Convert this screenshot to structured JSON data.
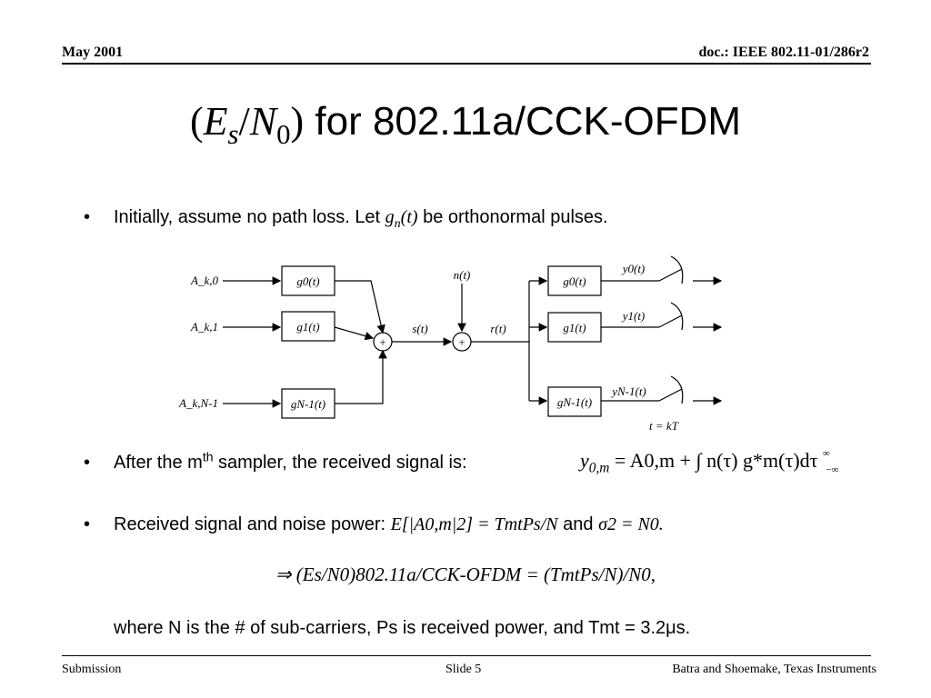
{
  "header": {
    "left": "May 2001",
    "right": "doc.: IEEE 802.11-01/286r2"
  },
  "title": {
    "es": "E",
    "es_sub": "s",
    "n": "N",
    "n_sub": "0",
    "rest": " for 802.11a/CCK-OFDM"
  },
  "bullets": {
    "b1": {
      "text": "Initially, assume no path loss. Let ",
      "var": "g",
      "var_sub": "n",
      "arg": "(t)",
      "tail": " be orthonormal pulses."
    },
    "b2": {
      "text_a": "After the m",
      "sup": "th",
      "text_b": " sampler, the received signal is:"
    },
    "b3": {
      "text": "Received signal and noise power: ",
      "eq": "E[|A0,m|2] = TmtPs/N",
      "and": " and ",
      "eq2": "σ2 = N0."
    }
  },
  "equation": {
    "lhs": "y",
    "lhs_sub": "0,m",
    "rhs": "= A0,m + ∫ n(τ) g*m(τ)dτ",
    "int_lower": "−∞",
    "int_upper": "∞"
  },
  "implication": {
    "text": "⇒ (Es/N0)802.11a/CCK-OFDM = (TmtPs/N)/N0,"
  },
  "where_line": {
    "text": "where N is the # of sub-carriers, Ps is received power, and Tmt = 3.2μs."
  },
  "diagram": {
    "inputs": [
      "A_k,0",
      "A_k,1",
      "A_k,N-1"
    ],
    "tx_filters": [
      "g0(t)",
      "g1(t)",
      "gN-1(t)"
    ],
    "rx_filters": [
      "g0(t)",
      "g1(t)",
      "gN-1(t)"
    ],
    "outputs": [
      "y0(t)",
      "y1(t)",
      "yN-1(t)"
    ],
    "signal_labels": {
      "s": "s(t)",
      "r": "r(t)",
      "n": "n(t)",
      "sampling": "t = kT"
    },
    "adder": "+"
  },
  "footer": {
    "left": "Submission",
    "center": "Slide 5",
    "right": "Batra and Shoemake, Texas Instruments"
  }
}
